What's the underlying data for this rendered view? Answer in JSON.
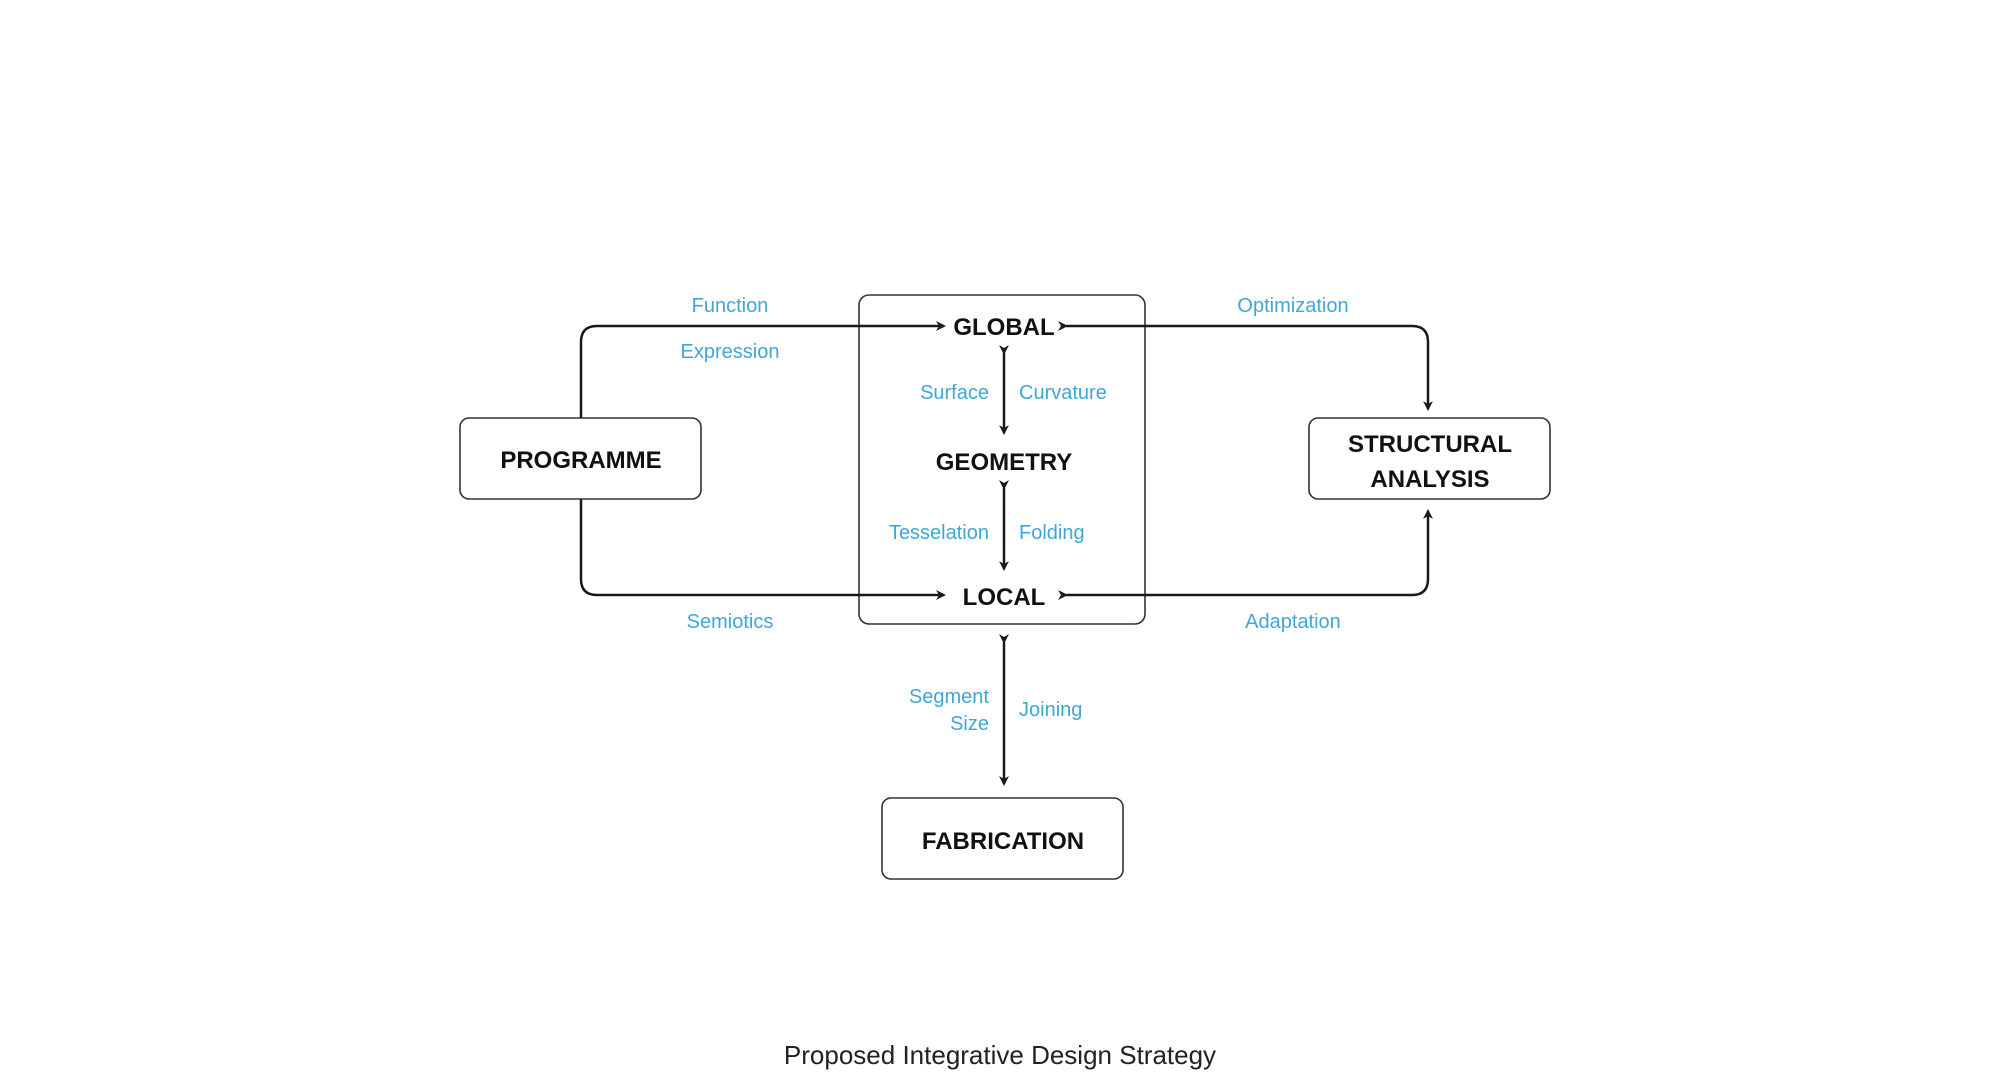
{
  "colors": {
    "node_text": "#111111",
    "edge_label": "#3fa7d6",
    "line": "#1a1a1a"
  },
  "nodes": {
    "global": "GLOBAL",
    "geometry": "GEOMETRY",
    "local": "LOCAL",
    "programme": "PROGRAMME",
    "structural_line1": "STRUCTURAL",
    "structural_line2": "ANALYSIS",
    "fabrication": "FABRICATION"
  },
  "edge_labels": {
    "function": "Function",
    "expression": "Expression",
    "semiotics": "Semiotics",
    "optimization": "Optimization",
    "adaptation": "Adaptation",
    "surface": "Surface",
    "curvature": "Curvature",
    "tesselation": "Tesselation",
    "folding": "Folding",
    "segment_size_line1": "Segment",
    "segment_size_line2": "Size",
    "joining": "Joining"
  },
  "caption": "Proposed Integrative Design Strategy"
}
